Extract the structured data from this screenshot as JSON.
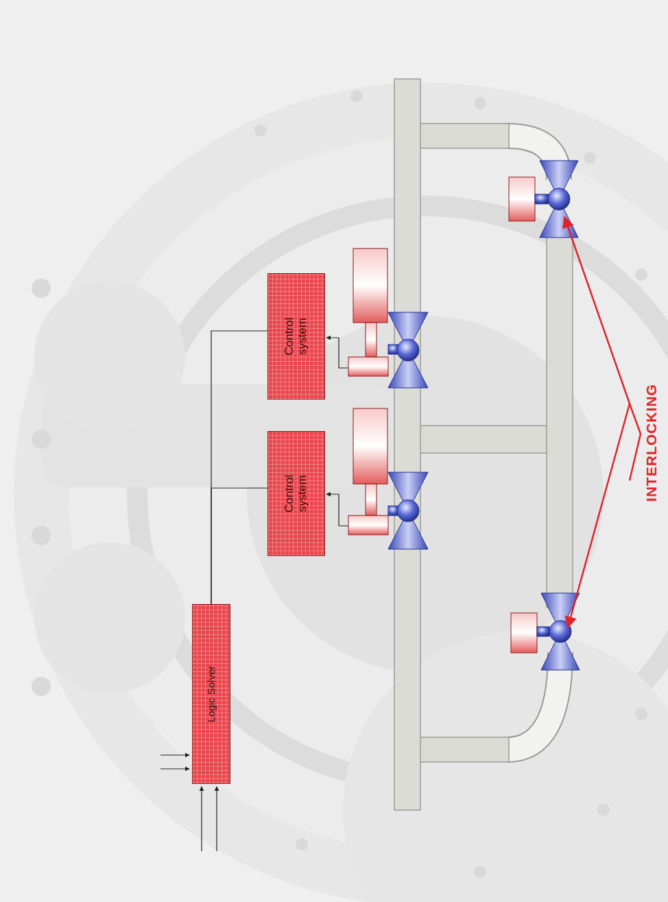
{
  "diagram": {
    "nodes": [
      {
        "text": [
          "Logic Solver"
        ]
      },
      {
        "text": [
          "Control system"
        ]
      },
      {
        "text": [
          "Control system"
        ]
      }
    ],
    "edges": [
      {
        "from": 0,
        "to": 1,
        "arrow": "none"
      },
      {
        "from": 0,
        "to": 2,
        "arrow": "none"
      }
    ],
    "labels": [
      "INTERLOCKING"
    ]
  }
}
